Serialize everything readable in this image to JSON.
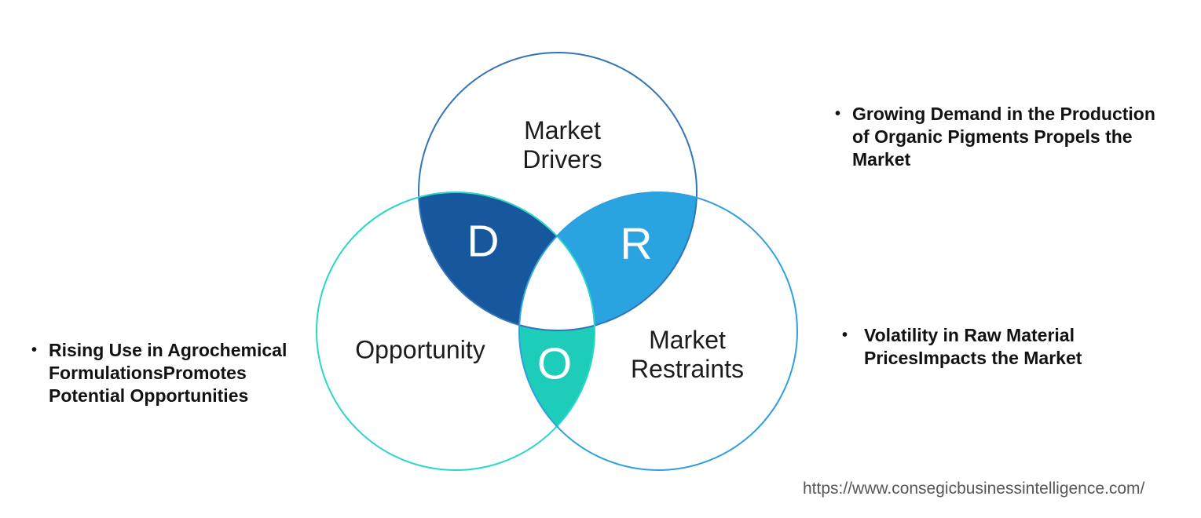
{
  "venn": {
    "circles": {
      "drivers": {
        "label_line1": "Market",
        "label_line2": "Drivers",
        "stroke": "#3373B7"
      },
      "opportunity": {
        "label": "Opportunity",
        "stroke": "#2BD6C6"
      },
      "restraints": {
        "label_line1": "Market",
        "label_line2": "Restraints",
        "stroke": "#2F9FDE"
      }
    },
    "intersections": {
      "d": {
        "letter": "D",
        "fill": "#16579D"
      },
      "r": {
        "letter": "R",
        "fill": "#2AA3E1"
      },
      "o": {
        "letter": "O",
        "fill": "#1ECDB9"
      }
    }
  },
  "bullets": {
    "left": {
      "marker": "•",
      "lines": [
        "Rising Use in Agrochemical",
        "FormulationsPromotes",
        "Potential Opportunities"
      ]
    },
    "right_top": {
      "marker": "•",
      "lines": [
        "Growing Demand in the Production",
        "of Organic Pigments Propels the",
        "Market"
      ]
    },
    "right_bottom": {
      "marker": "•",
      "lines": [
        "Volatility in Raw Material",
        "PricesImpacts the Market"
      ]
    }
  },
  "footer": {
    "url": "https://www.consegicbusinessintelligence.com/"
  }
}
